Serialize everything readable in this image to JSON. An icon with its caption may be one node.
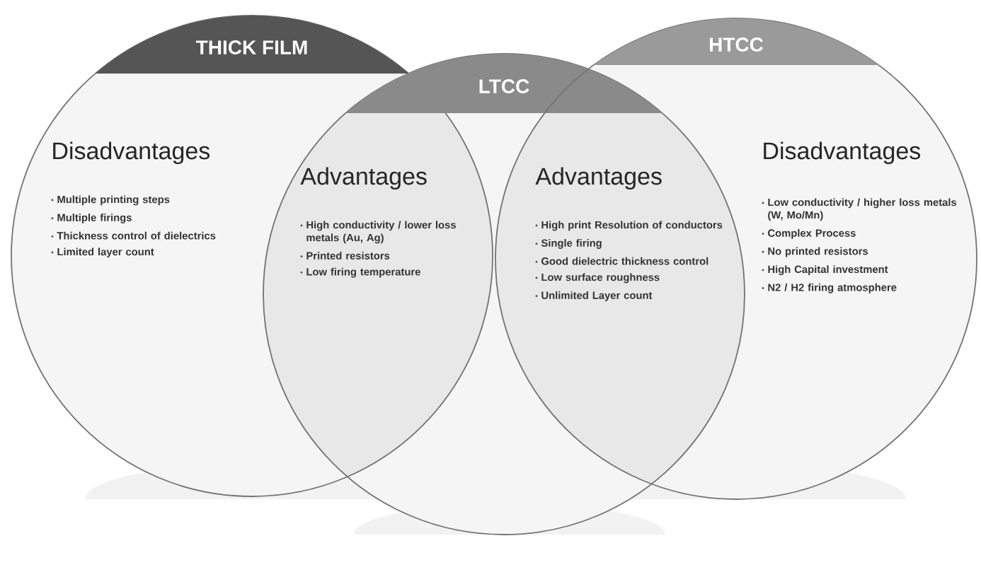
{
  "diagram": {
    "nodes": [
      {
        "text": [
          "THICK FILM"
        ]
      },
      {
        "text": [
          "LTCC"
        ]
      },
      {
        "text": [
          "HTCC"
        ]
      }
    ],
    "labels": [
      "Disadvantages",
      "Multiple printing steps",
      "Multiple firings",
      "Thickness control of dielectrics",
      "Limited layer count",
      "Advantages",
      "High conductivity / lower loss metals (Au, Ag)",
      "Printed resistors",
      "Low firing temperature",
      "Advantages",
      "High print Resolution of conductors",
      "Single firing",
      "Good dielectric thickness control",
      "Low surface roughness",
      "Unlimited Layer count",
      "Disadvantages",
      "Low conductivity / higher loss metals (W, Mo/Mn)",
      "Complex Process",
      "No printed resistors",
      "High Capital investment",
      "N2 / H2  firing atmosphere"
    ]
  }
}
